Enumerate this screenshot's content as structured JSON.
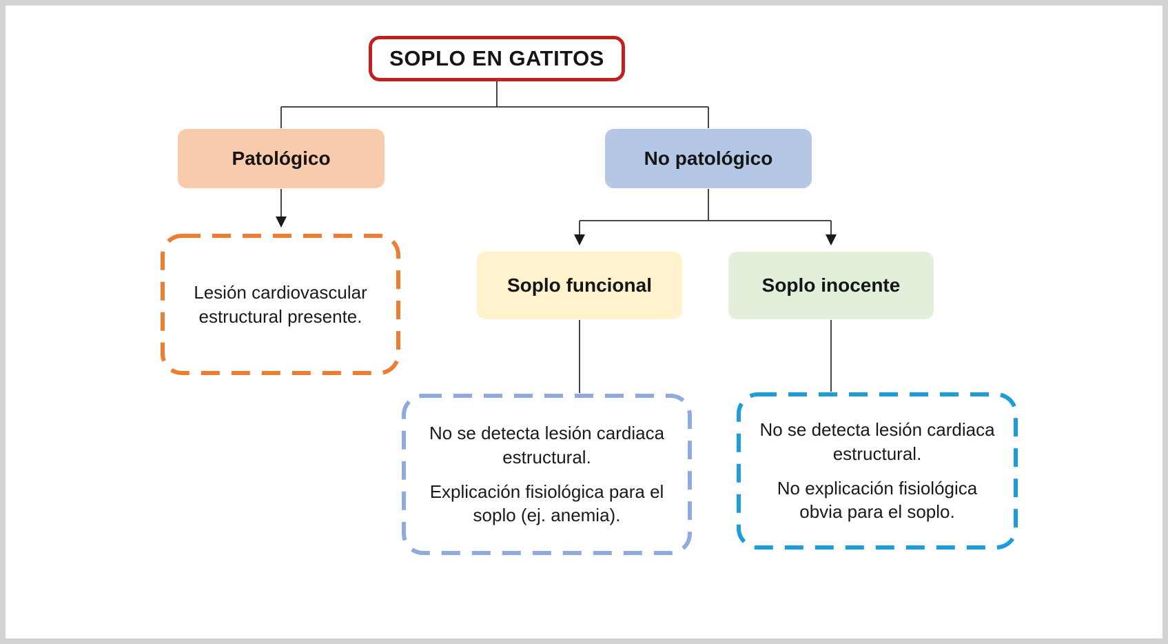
{
  "diagram": {
    "title": {
      "label": "SOPLO EN GATITOS"
    },
    "branches": {
      "patologico": {
        "label": "Patológico"
      },
      "no_patologico": {
        "label": "No patológico"
      },
      "soplo_funcional": {
        "label": "Soplo funcional"
      },
      "soplo_inocente": {
        "label": "Soplo inocente"
      }
    },
    "outcomes": {
      "patologico": {
        "text": "Lesión cardiovascular estructural presente."
      },
      "funcional": {
        "text1": "No se detecta lesión cardiaca estructural.",
        "text2": "Explicación fisiológica para el soplo (ej. anemia)."
      },
      "inocente": {
        "text1": "No se detecta lesión cardiaca estructural.",
        "text2": "No explicación fisiológica obvia para el soplo."
      }
    },
    "colors": {
      "title_border": "#c02020",
      "patologico_fill": "#f8cbad",
      "no_patologico_fill": "#b4c7e7",
      "funcional_fill": "#fff2cc",
      "inocente_fill": "#e2efda",
      "patologico_dash": "#ed7d31",
      "funcional_dash": "#8faadc",
      "inocente_dash": "#1c9cd8",
      "connector": "#303030",
      "frame": "#d2d2d2"
    },
    "edges": [
      {
        "from": "title",
        "to": "patologico",
        "arrowhead": false
      },
      {
        "from": "title",
        "to": "no_patologico",
        "arrowhead": false
      },
      {
        "from": "patologico",
        "to": "outcome_patologico",
        "arrowhead": true
      },
      {
        "from": "no_patologico",
        "to": "soplo_funcional",
        "arrowhead": true
      },
      {
        "from": "no_patologico",
        "to": "soplo_inocente",
        "arrowhead": true
      },
      {
        "from": "soplo_funcional",
        "to": "outcome_funcional",
        "arrowhead": false
      },
      {
        "from": "soplo_inocente",
        "to": "outcome_inocente",
        "arrowhead": false
      }
    ]
  }
}
